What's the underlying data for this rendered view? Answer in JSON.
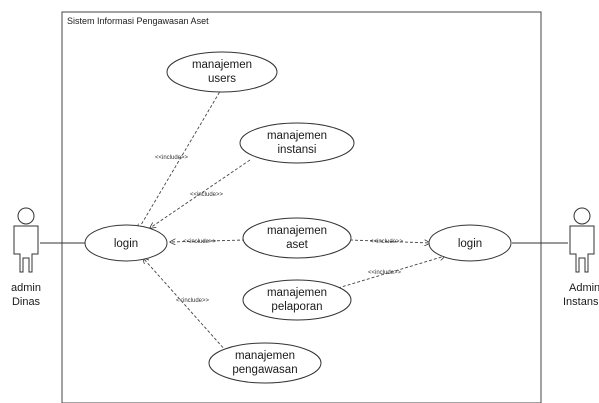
{
  "system": {
    "title": "Sistem Informasi Pengawasan Aset"
  },
  "actors": {
    "left": {
      "line1": "admin",
      "line2": "Dinas"
    },
    "right": {
      "line1": "Admin",
      "line2": "Instansi"
    }
  },
  "usecases": {
    "users": {
      "line1": "manajemen",
      "line2": "users"
    },
    "instansi": {
      "line1": "manajemen",
      "line2": "instansi"
    },
    "login_left": {
      "line1": "login"
    },
    "aset": {
      "line1": "manajemen",
      "line2": "aset"
    },
    "login_right": {
      "line1": "login"
    },
    "pelaporan": {
      "line1": "manajemen",
      "line2": "pelaporan"
    },
    "pengawasan": {
      "line1": "manajemen",
      "line2": "pengawasan"
    }
  },
  "relations": {
    "include_label": "<<include>>"
  }
}
